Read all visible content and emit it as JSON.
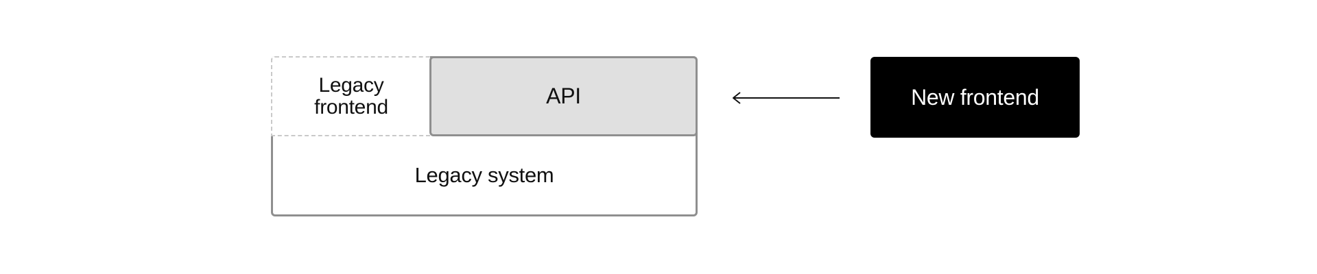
{
  "diagram": {
    "legacy_frontend_label": "Legacy frontend",
    "api_label": "API",
    "legacy_system_label": "Legacy system",
    "new_frontend_label": "New frontend"
  },
  "colors": {
    "background": "#ffffff",
    "box_border": "#8f8f8f",
    "dashed_border": "#c9c9c9",
    "api_fill": "#e0e0e0",
    "new_frontend_fill": "#000000",
    "new_frontend_text": "#ffffff",
    "arrow": "#111111"
  }
}
